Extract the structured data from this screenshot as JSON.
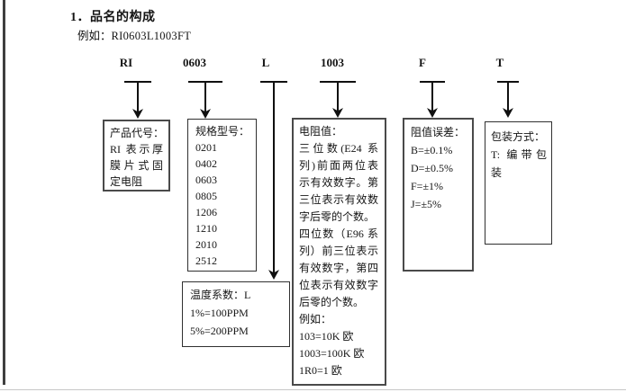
{
  "page": {
    "section_title": "1．品名的构成",
    "example_label": "例如：",
    "example_code": "RI0603L1003FT"
  },
  "part_codes": [
    {
      "label": "RI"
    },
    {
      "label": "0603"
    },
    {
      "label": "L"
    },
    {
      "label": "1003"
    },
    {
      "label": "F"
    },
    {
      "label": "T"
    }
  ],
  "boxes": {
    "product_code": {
      "lines": [
        "产品代号：",
        "RI 表示厚",
        "膜片式固",
        "定电阻"
      ]
    },
    "spec_size": {
      "lines": [
        "规格型号：",
        "0201",
        "0402",
        "0603",
        "0805",
        "1206",
        "1210",
        "2010",
        "2512"
      ]
    },
    "resistance": {
      "lines": [
        "电阻值：",
        "三位数(E24 系",
        "列)前面两位表",
        "示有效数字。第",
        "三位表示有效数",
        "字后零的个数。",
        "四位数（E96 系",
        "列）前三位表示",
        "有效数字，第四",
        "位表示有效数字",
        "后零的个数。",
        "例如：",
        "103=10K 欧",
        "1003=100K 欧",
        "1R0=1 欧"
      ]
    },
    "tolerance": {
      "lines": [
        "阻值误差：",
        "B=±0.1%",
        "D=±0.5%",
        "F=±1%",
        "J=±5%"
      ]
    },
    "packaging": {
      "lines": [
        "包装方式：",
        "T: 编带包",
        "装"
      ]
    },
    "tcr": {
      "lines": [
        "温度系数：L",
        "1%=100PPM",
        "5%=200PPM"
      ]
    }
  },
  "colors": {
    "text": "#141414",
    "line": "#101010",
    "border_heavy": "#4a4a4a",
    "border_light": "#303030",
    "page_border": "#3f3f3f"
  }
}
